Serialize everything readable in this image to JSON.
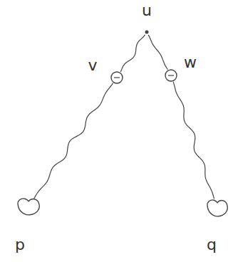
{
  "diagram": {
    "nodes": [
      {
        "text": [
          "u"
        ]
      },
      {
        "text": [
          "v"
        ]
      },
      {
        "text": [
          "w"
        ]
      },
      {
        "text": [
          "p"
        ]
      },
      {
        "text": [
          "q"
        ]
      }
    ],
    "edges": [
      {
        "from": 0,
        "to": 1,
        "arrow": "none"
      },
      {
        "from": 0,
        "to": 2,
        "arrow": "none"
      },
      {
        "from": 1,
        "to": 3,
        "arrow": "none"
      },
      {
        "from": 2,
        "to": 4,
        "arrow": "none"
      }
    ]
  }
}
